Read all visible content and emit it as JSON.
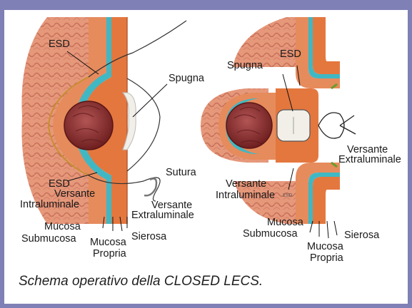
{
  "caption": "Schema operativo della CLOSED LECS.",
  "colors": {
    "frame": "#7f80b5",
    "mucosa": "#e5946a",
    "muscularis": "#e4773e",
    "submucosa_band": "#3fb8c4",
    "tumor": "#8e2f2f",
    "sponge": "#f1efe8"
  },
  "left_panel": {
    "labels": {
      "esd_top": "ESD",
      "spugna": "Spugna",
      "sutura": "Sutura",
      "esd_bottom": "ESD",
      "versante_intra_1": "Versante",
      "versante_intra_2": "Intraluminale",
      "versante_extra_1": "Versante",
      "versante_extra_2": "Extraluminale",
      "mucosa": "Mucosa",
      "submucosa": "Submucosa",
      "mucosa_propria_1": "Mucosa",
      "mucosa_propria_2": "Propria",
      "sierosa": "Sierosa"
    }
  },
  "right_panel": {
    "labels": {
      "spugna": "Spugna",
      "esd": "ESD",
      "versante_extra_1": "Versante",
      "versante_extra_2": "Extraluminale",
      "versante_intra_1": "Versante",
      "versante_intra_2": "Intraluminale",
      "esd_small": "ESD",
      "mucosa": "Mucosa",
      "submucosa": "Submucosa",
      "mucosa_propria_1": "Mucosa",
      "mucosa_propria_2": "Propria",
      "sierosa": "Sierosa"
    }
  }
}
